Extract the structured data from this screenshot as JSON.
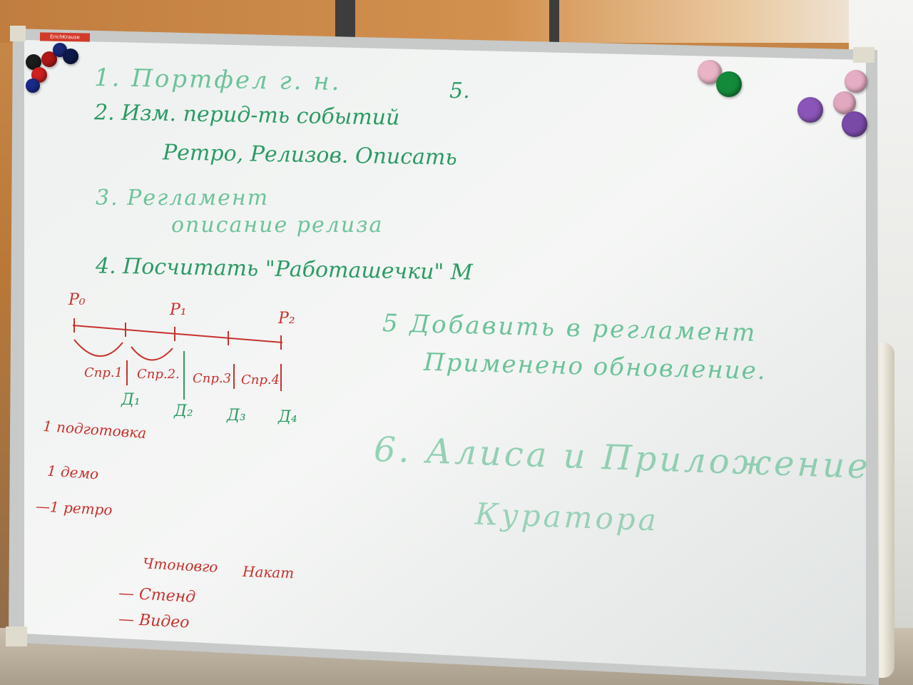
{
  "whiteboard": {
    "brand": "ErichKrause",
    "items": {
      "item1": "1. Портфел  г. н.",
      "item2": "2. Изм. перид-ть событий",
      "item2_sub": "Ретро, Релизов. Описать",
      "item3": "3. Регламент",
      "item3_sub": "описание релиза",
      "item4": "4. Посчитать \"Работашечки\" М",
      "item5_top": "5.",
      "item5": "5 Добавить в регламент",
      "item5_sub": "Применено обновление.",
      "item6": "6. Алиса и Приложение",
      "item6_sub": "Куратора"
    },
    "timeline": {
      "p0": "P₀",
      "p1": "P₁",
      "p2": "P₂",
      "sprints": [
        "Спр.1",
        "Спр.2.",
        "Спр.3",
        "Спр.4"
      ],
      "demos": [
        "Д₁",
        "Д₂",
        "Д₃",
        "Д₄"
      ]
    },
    "notes": {
      "line1": "1 подготовка",
      "line2": "1 демо",
      "line3": "—1 ретро"
    },
    "bottom": {
      "left": "Чтоновго",
      "right": "Накат",
      "item1": "— Стенд",
      "item2": "— Видео"
    }
  }
}
